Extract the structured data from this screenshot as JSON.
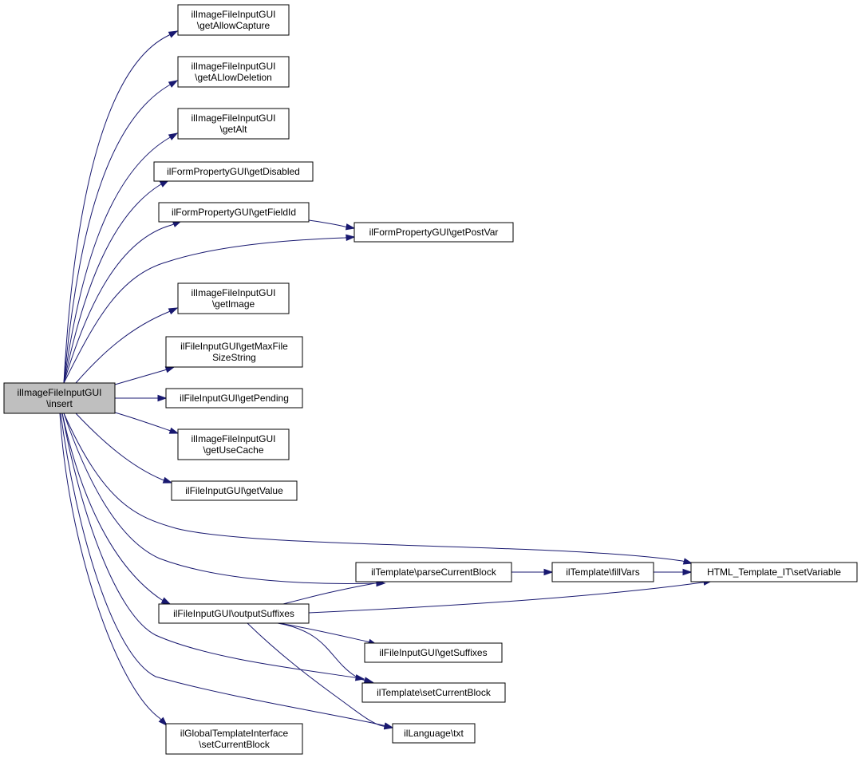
{
  "graph": {
    "root": "insert",
    "nodes": [
      {
        "id": "insert",
        "lines": [
          "ilImageFileInputGUI",
          "\\insert"
        ],
        "root": true
      },
      {
        "id": "getAllowCapture",
        "lines": [
          "ilImageFileInputGUI",
          "\\getAllowCapture"
        ]
      },
      {
        "id": "getALlowDeletion",
        "lines": [
          "ilImageFileInputGUI",
          "\\getALlowDeletion"
        ]
      },
      {
        "id": "getAlt",
        "lines": [
          "ilImageFileInputGUI",
          "\\getAlt"
        ]
      },
      {
        "id": "getDisabled",
        "lines": [
          "ilFormPropertyGUI\\getDisabled"
        ]
      },
      {
        "id": "getFieldId",
        "lines": [
          "ilFormPropertyGUI\\getFieldId"
        ]
      },
      {
        "id": "getPostVar",
        "lines": [
          "ilFormPropertyGUI\\getPostVar"
        ]
      },
      {
        "id": "getImage",
        "lines": [
          "ilImageFileInputGUI",
          "\\getImage"
        ]
      },
      {
        "id": "getMaxFileSizeString",
        "lines": [
          "ilFileInputGUI\\getMaxFile",
          "SizeString"
        ]
      },
      {
        "id": "getPending",
        "lines": [
          "ilFileInputGUI\\getPending"
        ]
      },
      {
        "id": "getUseCache",
        "lines": [
          "ilImageFileInputGUI",
          "\\getUseCache"
        ]
      },
      {
        "id": "getValue",
        "lines": [
          "ilFileInputGUI\\getValue"
        ]
      },
      {
        "id": "parseCurrentBlock",
        "lines": [
          "ilTemplate\\parseCurrentBlock"
        ]
      },
      {
        "id": "fillVars",
        "lines": [
          "ilTemplate\\fillVars"
        ]
      },
      {
        "id": "setVariable",
        "lines": [
          "HTML_Template_IT\\setVariable"
        ]
      },
      {
        "id": "outputSuffixes",
        "lines": [
          "ilFileInputGUI\\outputSuffixes"
        ]
      },
      {
        "id": "getSuffixes",
        "lines": [
          "ilFileInputGUI\\getSuffixes"
        ]
      },
      {
        "id": "setCurrentBlock",
        "lines": [
          "ilTemplate\\setCurrentBlock"
        ]
      },
      {
        "id": "txt",
        "lines": [
          "ilLanguage\\txt"
        ]
      },
      {
        "id": "globalSetCurrentBlock",
        "lines": [
          "ilGlobalTemplateInterface",
          "\\setCurrentBlock"
        ]
      }
    ],
    "edges": [
      {
        "from": "insert",
        "to": "getAllowCapture"
      },
      {
        "from": "insert",
        "to": "getALlowDeletion"
      },
      {
        "from": "insert",
        "to": "getAlt"
      },
      {
        "from": "insert",
        "to": "getDisabled"
      },
      {
        "from": "insert",
        "to": "getFieldId"
      },
      {
        "from": "insert",
        "to": "getPostVar"
      },
      {
        "from": "getFieldId",
        "to": "getPostVar"
      },
      {
        "from": "insert",
        "to": "getImage"
      },
      {
        "from": "insert",
        "to": "getMaxFileSizeString"
      },
      {
        "from": "insert",
        "to": "getPending"
      },
      {
        "from": "insert",
        "to": "getUseCache"
      },
      {
        "from": "insert",
        "to": "getValue"
      },
      {
        "from": "insert",
        "to": "setVariable"
      },
      {
        "from": "insert",
        "to": "parseCurrentBlock"
      },
      {
        "from": "insert",
        "to": "outputSuffixes"
      },
      {
        "from": "insert",
        "to": "setCurrentBlock"
      },
      {
        "from": "insert",
        "to": "txt"
      },
      {
        "from": "insert",
        "to": "globalSetCurrentBlock"
      },
      {
        "from": "parseCurrentBlock",
        "to": "fillVars"
      },
      {
        "from": "fillVars",
        "to": "setVariable"
      },
      {
        "from": "outputSuffixes",
        "to": "parseCurrentBlock"
      },
      {
        "from": "outputSuffixes",
        "to": "setVariable"
      },
      {
        "from": "outputSuffixes",
        "to": "getSuffixes"
      },
      {
        "from": "outputSuffixes",
        "to": "setCurrentBlock"
      },
      {
        "from": "outputSuffixes",
        "to": "txt"
      }
    ]
  }
}
